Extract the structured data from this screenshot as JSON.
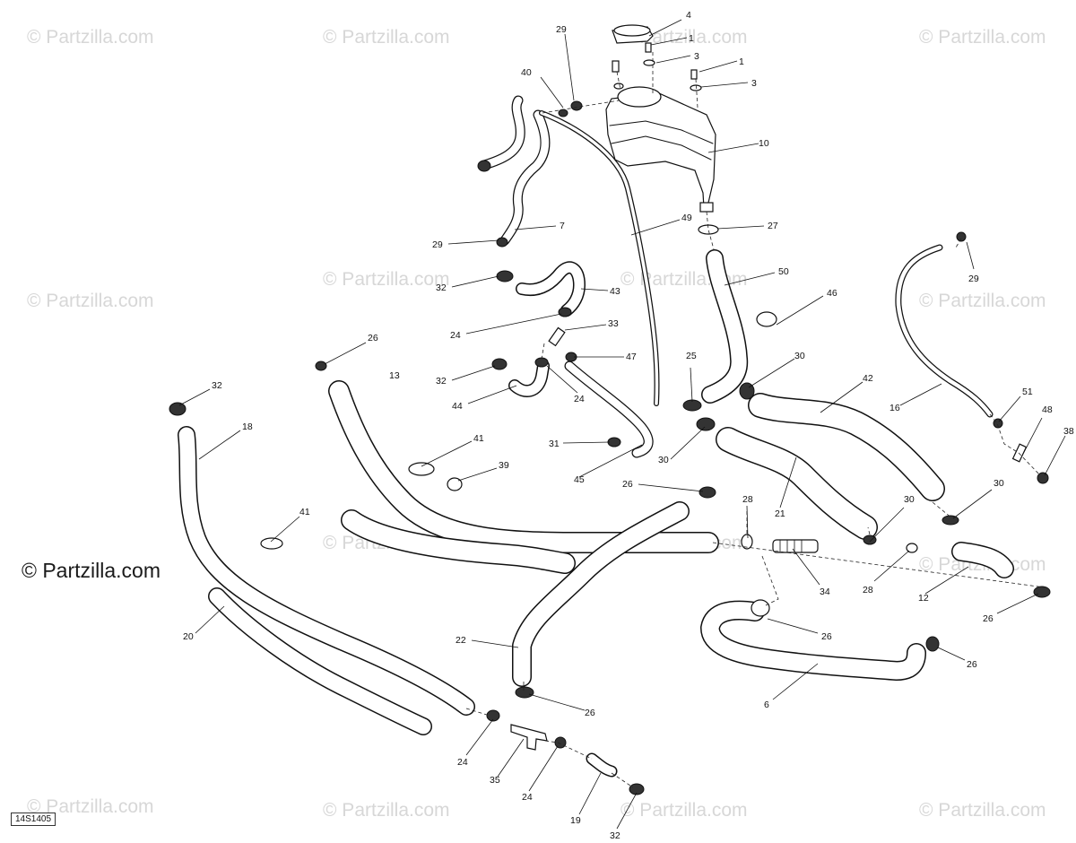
{
  "watermark": {
    "text": "© Partzilla.com",
    "large_text": "© Partzilla.com"
  },
  "diagram_code": "14S1405",
  "callouts": [
    {
      "id": "c4",
      "label": "4"
    },
    {
      "id": "c1a",
      "label": "1"
    },
    {
      "id": "c3a",
      "label": "3"
    },
    {
      "id": "c1b",
      "label": "1"
    },
    {
      "id": "c3b",
      "label": "3"
    },
    {
      "id": "c29a",
      "label": "29"
    },
    {
      "id": "c40",
      "label": "40"
    },
    {
      "id": "c10",
      "label": "10"
    },
    {
      "id": "c7",
      "label": "7"
    },
    {
      "id": "c29b",
      "label": "29"
    },
    {
      "id": "c49",
      "label": "49"
    },
    {
      "id": "c27",
      "label": "27"
    },
    {
      "id": "c32a",
      "label": "32"
    },
    {
      "id": "c43",
      "label": "43"
    },
    {
      "id": "c50",
      "label": "50"
    },
    {
      "id": "c46",
      "label": "46"
    },
    {
      "id": "c29c",
      "label": "29"
    },
    {
      "id": "c24a",
      "label": "24"
    },
    {
      "id": "c33",
      "label": "33"
    },
    {
      "id": "c26a",
      "label": "26"
    },
    {
      "id": "c47",
      "label": "47"
    },
    {
      "id": "c32b",
      "label": "32"
    },
    {
      "id": "c13",
      "label": "13"
    },
    {
      "id": "c24b",
      "label": "24"
    },
    {
      "id": "c44",
      "label": "44"
    },
    {
      "id": "c25",
      "label": "25"
    },
    {
      "id": "c30a",
      "label": "30"
    },
    {
      "id": "c42",
      "label": "42"
    },
    {
      "id": "c51",
      "label": "51"
    },
    {
      "id": "c16",
      "label": "16"
    },
    {
      "id": "c48",
      "label": "48"
    },
    {
      "id": "c38",
      "label": "38"
    },
    {
      "id": "c32c",
      "label": "32"
    },
    {
      "id": "c18",
      "label": "18"
    },
    {
      "id": "c41a",
      "label": "41"
    },
    {
      "id": "c31",
      "label": "31"
    },
    {
      "id": "c30b",
      "label": "30"
    },
    {
      "id": "c39",
      "label": "39"
    },
    {
      "id": "c45",
      "label": "45"
    },
    {
      "id": "c26b",
      "label": "26"
    },
    {
      "id": "c28a",
      "label": "28"
    },
    {
      "id": "c21",
      "label": "21"
    },
    {
      "id": "c30c",
      "label": "30"
    },
    {
      "id": "c30d",
      "label": "30"
    },
    {
      "id": "c41b",
      "label": "41"
    },
    {
      "id": "c34",
      "label": "34"
    },
    {
      "id": "c28b",
      "label": "28"
    },
    {
      "id": "c12",
      "label": "12"
    },
    {
      "id": "c26c",
      "label": "26"
    },
    {
      "id": "c26d",
      "label": "26"
    },
    {
      "id": "c26e",
      "label": "26"
    },
    {
      "id": "c20",
      "label": "20"
    },
    {
      "id": "c22",
      "label": "22"
    },
    {
      "id": "c6",
      "label": "6"
    },
    {
      "id": "c26f",
      "label": "26"
    },
    {
      "id": "c24c",
      "label": "24"
    },
    {
      "id": "c35",
      "label": "35"
    },
    {
      "id": "c24d",
      "label": "24"
    },
    {
      "id": "c19",
      "label": "19"
    },
    {
      "id": "c32d",
      "label": "32"
    }
  ]
}
